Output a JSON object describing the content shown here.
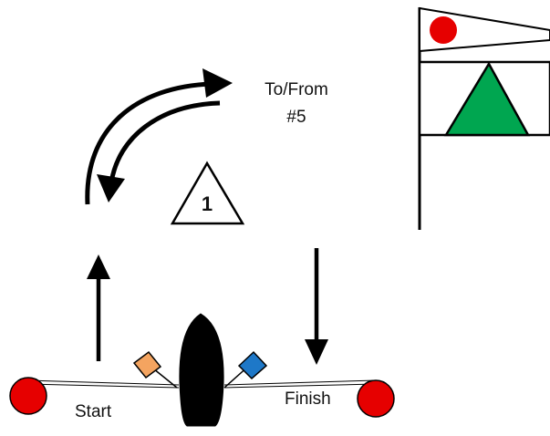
{
  "labels": {
    "to_from_line1": "To/From",
    "to_from_line2": "#5",
    "start": "Start",
    "finish": "Finish",
    "mark_number": "1"
  },
  "colors": {
    "pin_ball": "#e60000",
    "flag_triangle": "#00a650",
    "start_flag": "#f4a460",
    "finish_flag": "#1e78c8",
    "committee_boat": "#000000",
    "outline": "#000000"
  },
  "icons": {
    "start_pin": "red-ball-buoy",
    "finish_pin": "red-ball-buoy",
    "committee_boat": "boat-hull-top-view",
    "course_signal": "course-signal-flag"
  }
}
